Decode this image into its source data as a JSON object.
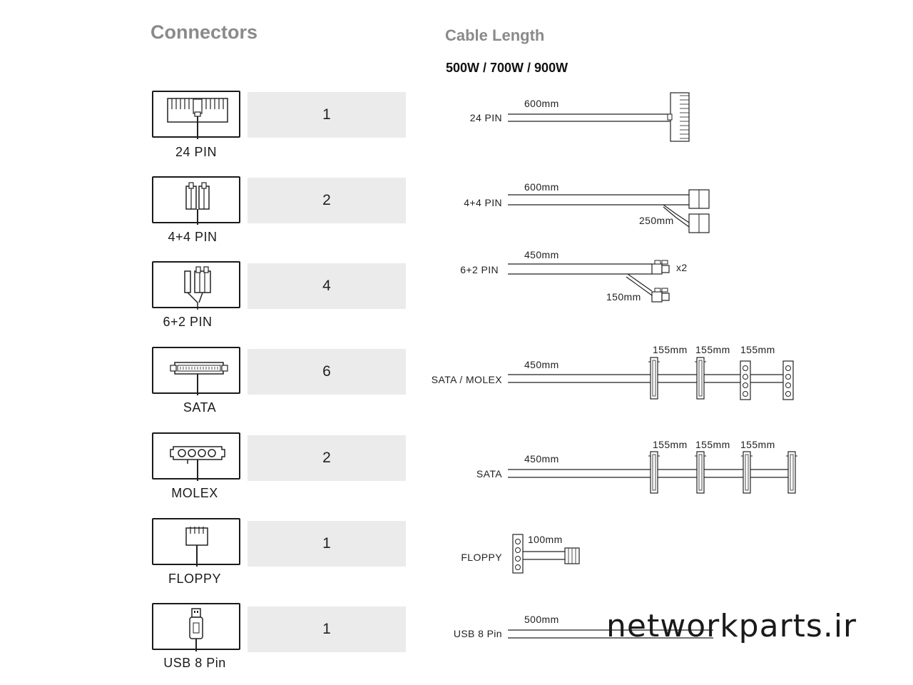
{
  "headers": {
    "connectors": "Connectors",
    "cable_length": "Cable Length",
    "wattage": "500W / 700W / 900W"
  },
  "connectors": [
    {
      "name": "24 PIN",
      "quantity": "1",
      "icon": "atx-24pin-icon"
    },
    {
      "name": "4+4 PIN",
      "quantity": "2",
      "icon": "cpu-4plus4-pin-icon"
    },
    {
      "name": "6+2 PIN",
      "quantity": "4",
      "icon": "pcie-6plus2-pin-icon"
    },
    {
      "name": "SATA",
      "quantity": "6",
      "icon": "sata-connector-icon"
    },
    {
      "name": "MOLEX",
      "quantity": "2",
      "icon": "molex-connector-icon"
    },
    {
      "name": "FLOPPY",
      "quantity": "1",
      "icon": "floppy-connector-icon"
    },
    {
      "name": "USB 8 Pin",
      "quantity": "1",
      "icon": "usb-connector-icon"
    }
  ],
  "cables": [
    {
      "label": "24 PIN",
      "lengths": [
        "600mm"
      ]
    },
    {
      "label": "4+4 PIN",
      "lengths": [
        "600mm",
        "250mm"
      ]
    },
    {
      "label": "6+2 PIN",
      "lengths": [
        "450mm",
        "150mm"
      ],
      "multiplier": "x2"
    },
    {
      "label": "SATA / MOLEX",
      "lengths": [
        "450mm",
        "155mm",
        "155mm",
        "155mm"
      ]
    },
    {
      "label": "SATA",
      "lengths": [
        "450mm",
        "155mm",
        "155mm",
        "155mm"
      ]
    },
    {
      "label": "FLOPPY",
      "lengths": [
        "100mm"
      ]
    },
    {
      "label": "USB 8 Pin",
      "lengths": [
        "500mm"
      ]
    }
  ],
  "watermark": "networkparts.ir"
}
